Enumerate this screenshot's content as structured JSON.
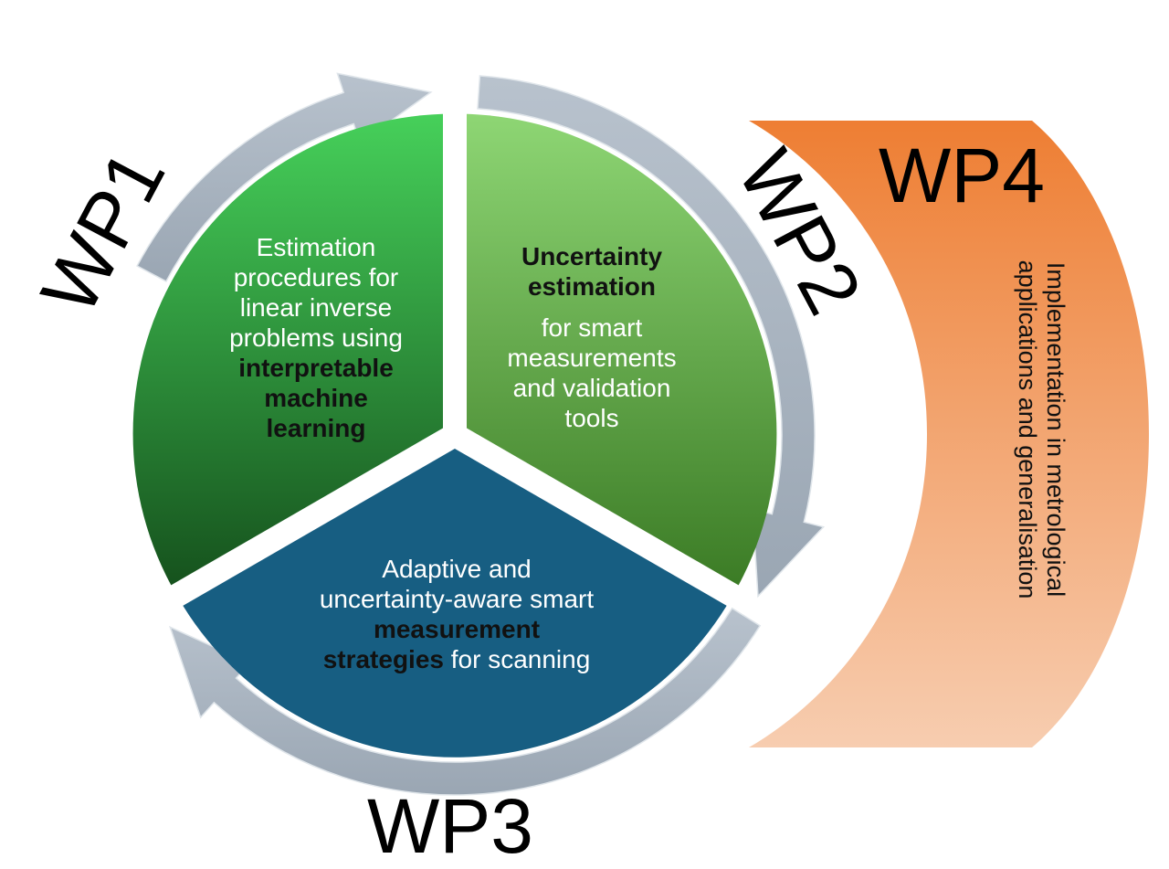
{
  "diagram": {
    "colors": {
      "wp1_top": "#46d05a",
      "wp1_bottom": "#15501c",
      "wp2_top": "#8ed674",
      "wp2_bottom": "#3a7a24",
      "wp3": "#175e82",
      "wp4_top": "#ee7e33",
      "wp4_bottom": "#f7cdb0",
      "arrow": "#a9b5c2"
    },
    "work_packages": [
      {
        "id": "WP1",
        "label": "WP1",
        "text_regular": [
          "Estimation",
          "procedures for",
          "linear inverse",
          "problems using"
        ],
        "text_bold": [
          "interpretable",
          "machine",
          "learning"
        ]
      },
      {
        "id": "WP2",
        "label": "WP2",
        "text_bold": [
          "Uncertainty",
          "estimation"
        ],
        "text_regular": [
          "for smart",
          "measurements",
          "and validation",
          "tools"
        ]
      },
      {
        "id": "WP3",
        "label": "WP3",
        "line1": "Adaptive and",
        "line2": "uncertainty-aware smart",
        "line3_bold": "measurement",
        "line4_bold": "strategies",
        "line4_regular": " for scanning"
      },
      {
        "id": "WP4",
        "label": "WP4",
        "line1": "Implementation in metrological",
        "line2": "applications and generalisation"
      }
    ],
    "cycle_arrows": [
      {
        "from": "WP1",
        "to": "WP2",
        "icon": "curved-arrow-right"
      },
      {
        "from": "WP2",
        "to": "WP3",
        "icon": "curved-arrow-down"
      },
      {
        "from": "WP3",
        "to": "WP1",
        "icon": "curved-arrow-up"
      }
    ]
  }
}
